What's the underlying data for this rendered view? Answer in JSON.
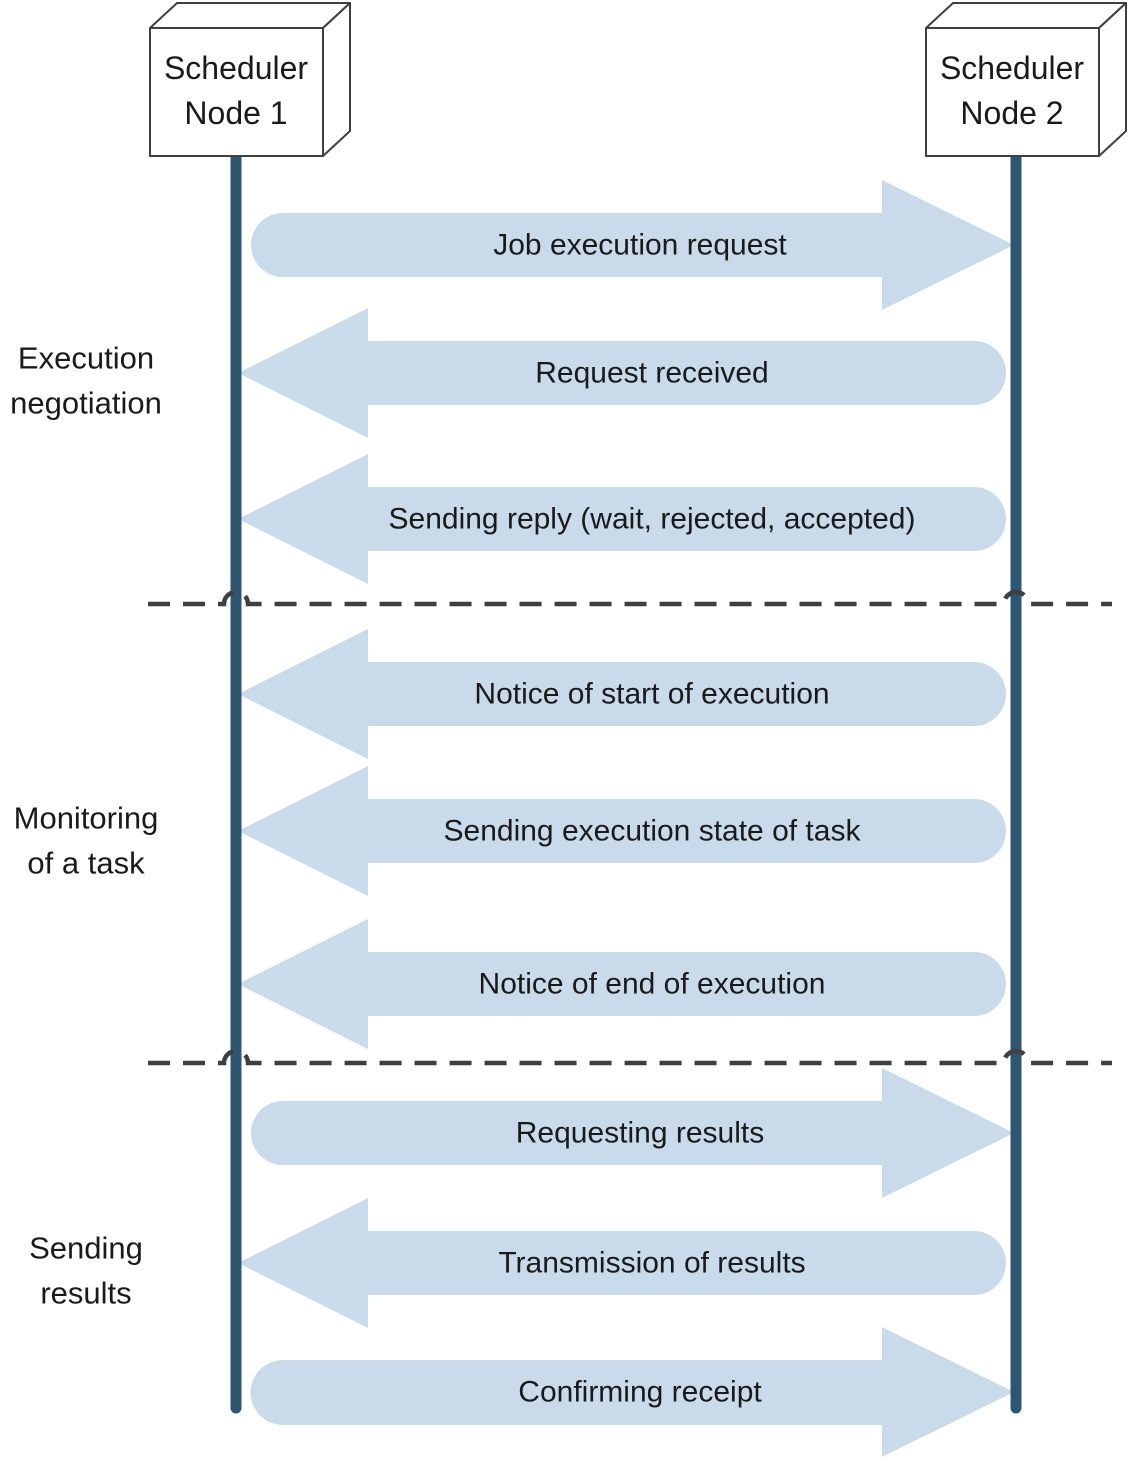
{
  "nodes": [
    {
      "id": "scheduler-node-1",
      "lines": [
        "Scheduler",
        "Node 1"
      ]
    },
    {
      "id": "scheduler-node-2",
      "lines": [
        "Scheduler",
        "Node 2"
      ]
    }
  ],
  "phases": [
    {
      "id": "execution-negotiation",
      "lines": [
        "Execution",
        "negotiation"
      ]
    },
    {
      "id": "monitoring-of-a-task",
      "lines": [
        "Monitoring",
        "of a task"
      ]
    },
    {
      "id": "sending-results",
      "lines": [
        "Sending",
        "results"
      ]
    }
  ],
  "messages": [
    {
      "label": "Job execution request",
      "direction": "right"
    },
    {
      "label": "Request received",
      "direction": "left"
    },
    {
      "label": "Sending reply (wait, rejected, accepted)",
      "direction": "left"
    },
    {
      "label": "Notice of start of execution",
      "direction": "left"
    },
    {
      "label": "Sending execution state of task",
      "direction": "left"
    },
    {
      "label": "Notice of end of execution",
      "direction": "left"
    },
    {
      "label": "Requesting results",
      "direction": "right"
    },
    {
      "label": "Transmission of results",
      "direction": "left"
    },
    {
      "label": "Confirming receipt",
      "direction": "right"
    }
  ],
  "colors": {
    "arrow_fill": "#C9DAEB",
    "lifeline": "#2E5572",
    "box_border": "#3F3F3F",
    "separator": "#3F3F3F",
    "text": "#1A1A1A",
    "background": "#FFFFFF"
  }
}
